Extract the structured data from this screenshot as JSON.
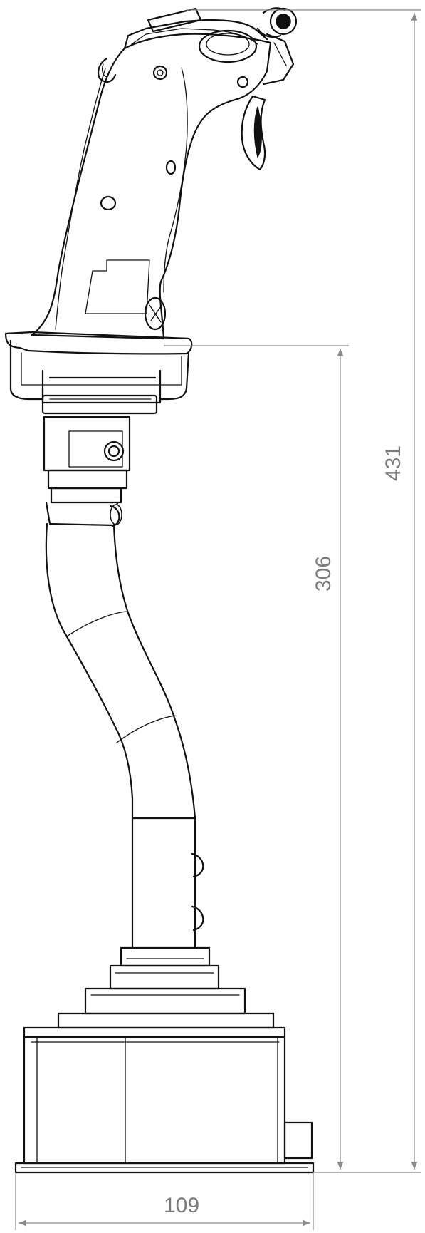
{
  "dimensions": {
    "overall_height": "431",
    "column_height": "306",
    "base_width": "109"
  },
  "colors": {
    "outline": "#111111",
    "dimension_line": "#8a8a8a",
    "dimension_text": "#7a7a7a",
    "background": "#ffffff"
  }
}
